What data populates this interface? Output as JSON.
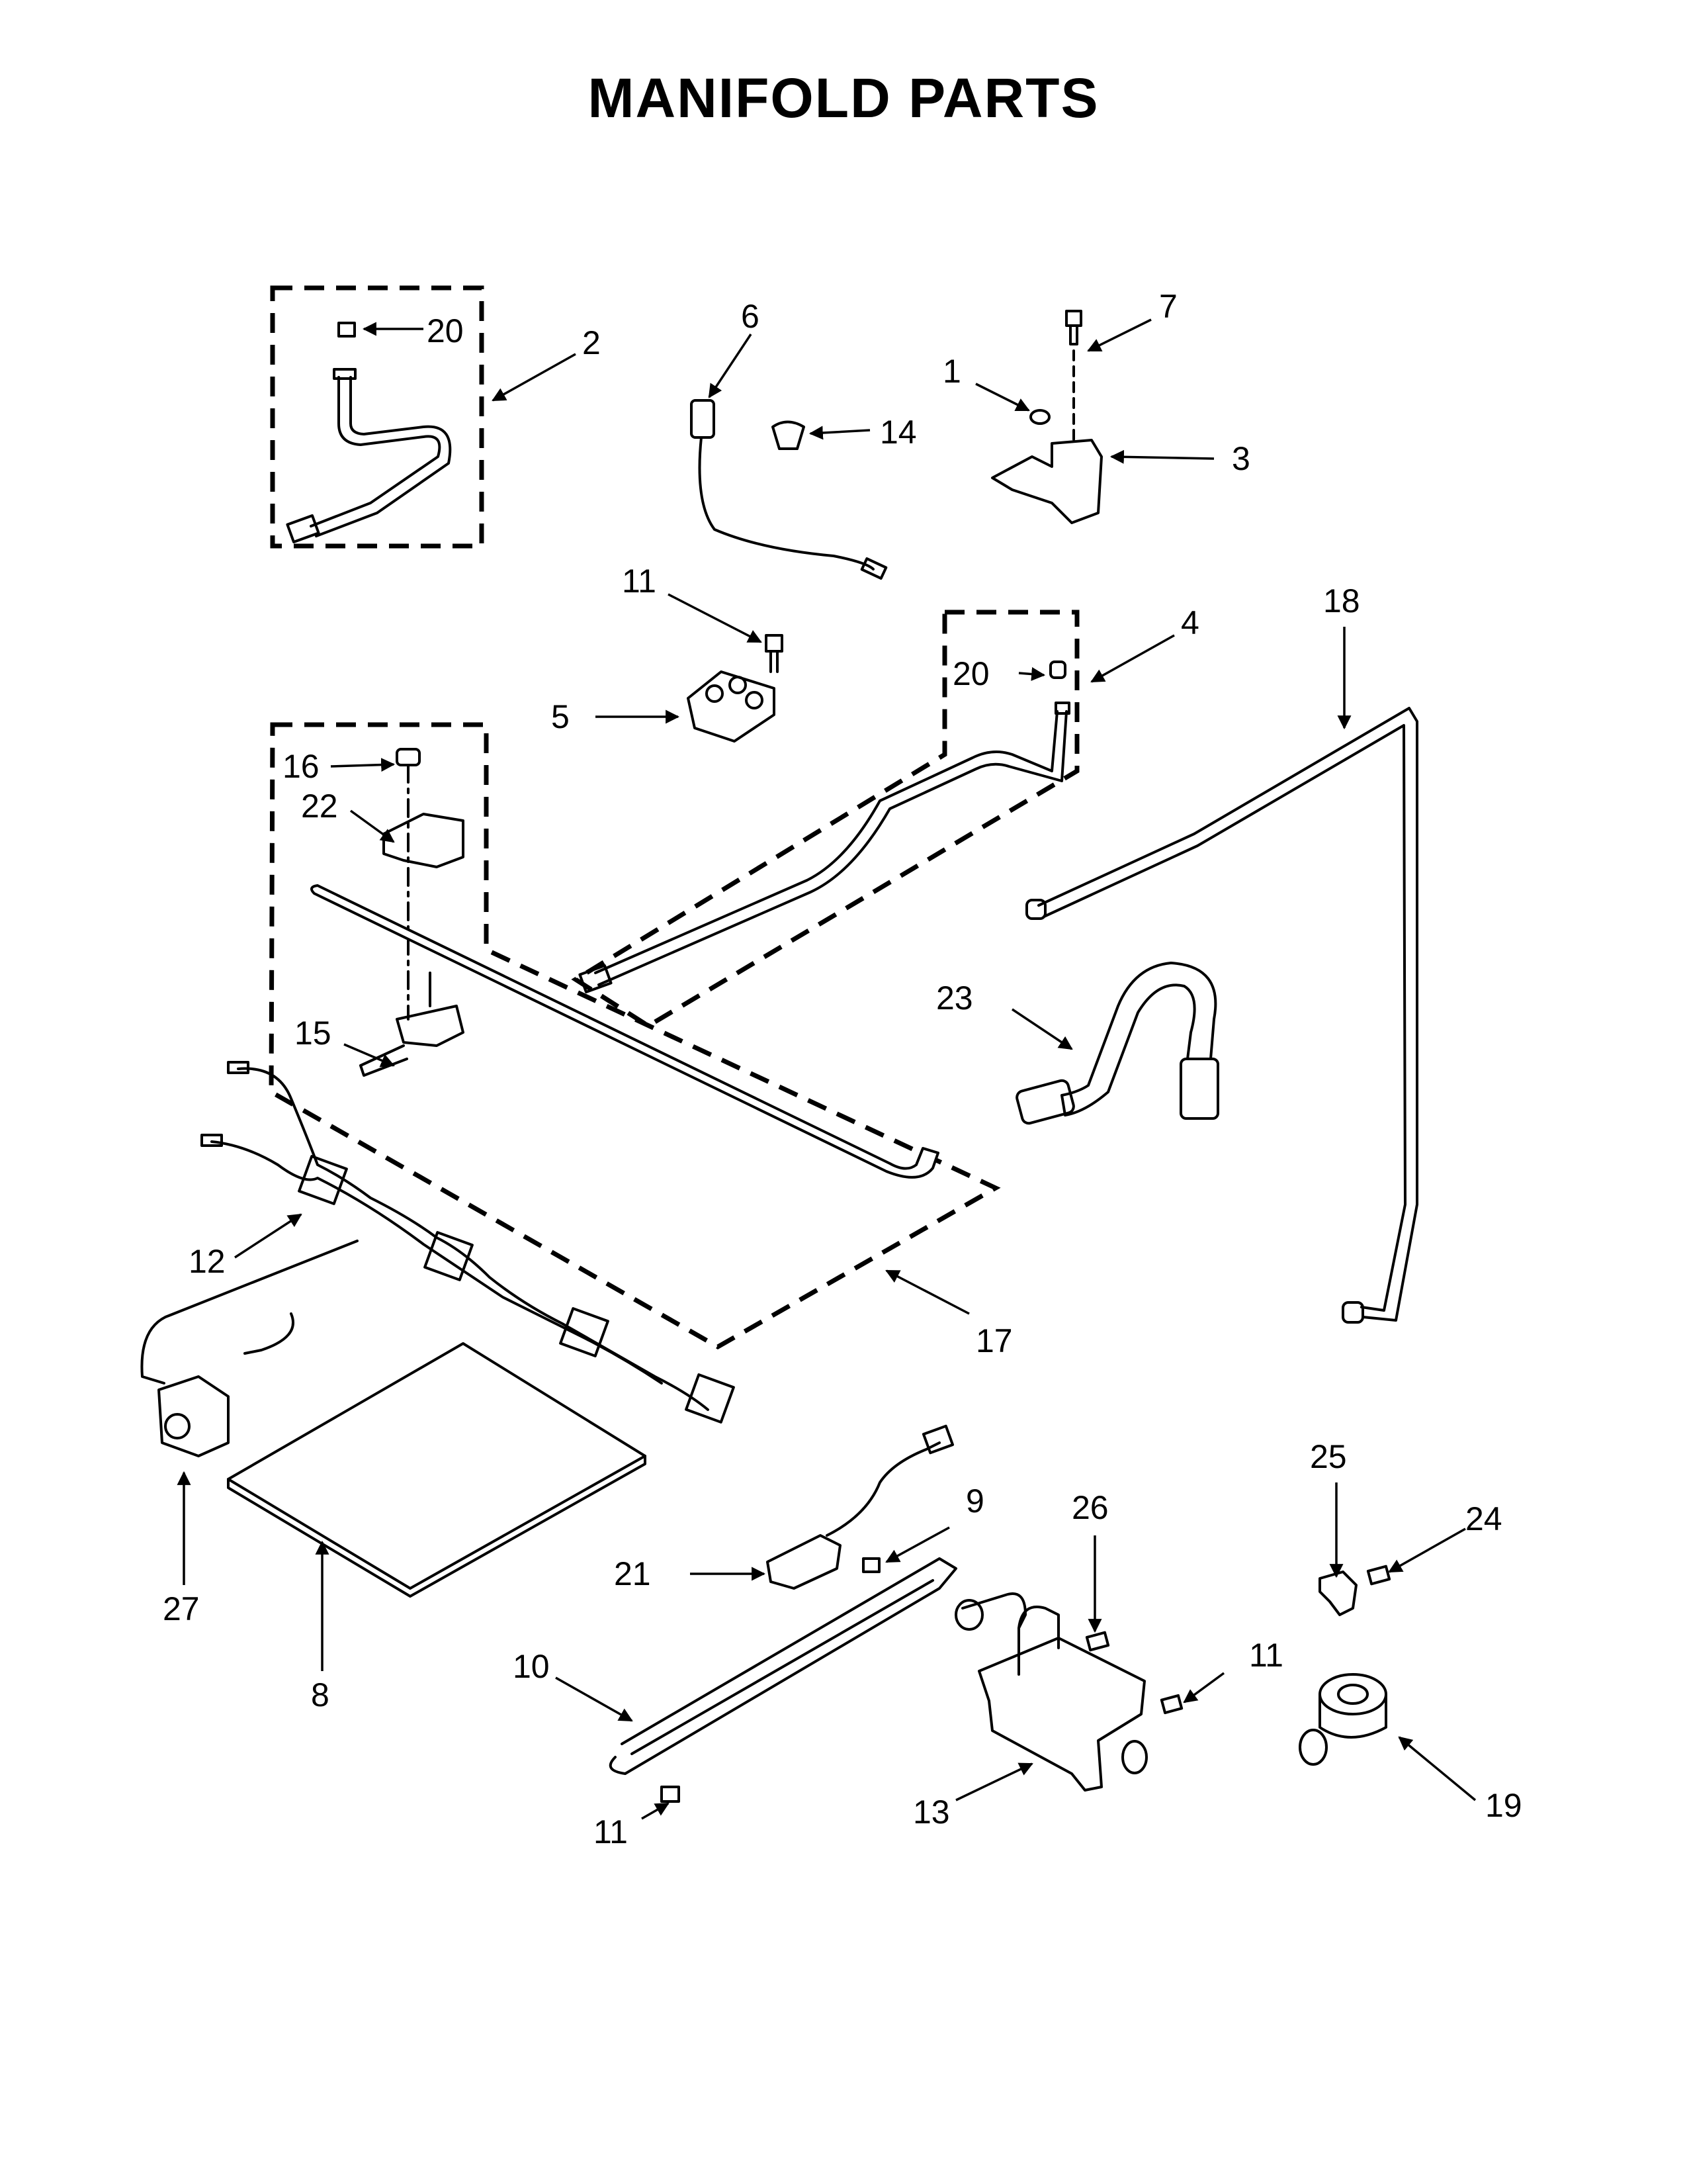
{
  "title": "MANIFOLD PARTS",
  "callouts": [
    "20",
    "2",
    "6",
    "7",
    "1",
    "14",
    "3",
    "11",
    "4",
    "20",
    "18",
    "5",
    "16",
    "22",
    "23",
    "15",
    "12",
    "17",
    "27",
    "8",
    "9",
    "25",
    "24",
    "26",
    "21",
    "11",
    "10",
    "13",
    "11",
    "19"
  ],
  "style": {
    "ink": "#000000",
    "paper": "#ffffff"
  }
}
